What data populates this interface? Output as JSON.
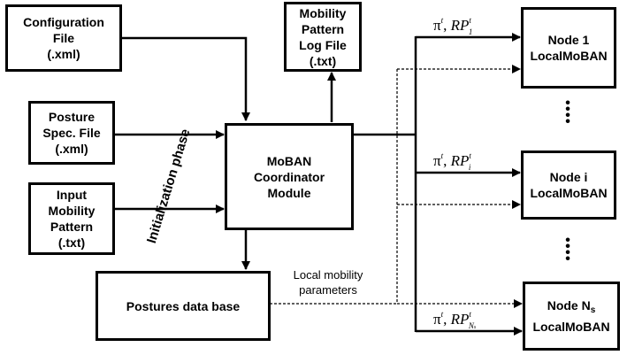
{
  "boxes": {
    "config_file": "Configuration\nFile\n(.xml)",
    "posture_spec": "Posture\nSpec. File\n(.xml)",
    "input_mobility": "Input\nMobility\nPattern\n(.txt)",
    "coordinator": "MoBAN\nCoordinator\nModule",
    "log_file": "Mobility\nPattern\nLog File\n(.txt)",
    "postures_db": "Postures data base",
    "node1": "Node 1\nLocalMoBAN",
    "nodei": "Node i\nLocalMoBAN",
    "nodeN_prefix": "Node N",
    "nodeN_sub": "s",
    "nodeN_suffix": "LocalMoBAN"
  },
  "labels": {
    "initialization_phase": "Initialization phase",
    "local_mobility": "Local mobility\nparameters",
    "pi": "π",
    "t": "t",
    "comma": ",",
    "rp": "RP",
    "sub1": "1",
    "subi": "i",
    "subN": "N",
    "subN_s": "s",
    "dots": "•\n•\n•\n•"
  },
  "colors": {
    "stroke": "#000000",
    "background": "#ffffff"
  }
}
